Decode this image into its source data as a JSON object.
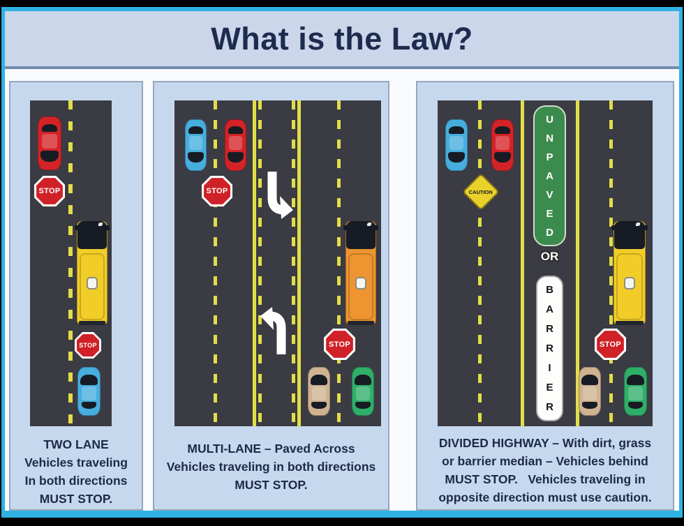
{
  "title": "What is the Law?",
  "signs": {
    "stop": "STOP",
    "caution": "CAUTION",
    "unpaved": "UNPAVED",
    "or": "OR",
    "barrier": "BARRIER"
  },
  "panels": [
    {
      "name": "two-lane",
      "caption": [
        "TWO LANE",
        "Vehicles traveling",
        "In both directions",
        "MUST STOP."
      ]
    },
    {
      "name": "multi-lane",
      "caption": [
        "MULTI-LANE – Paved Across",
        "Vehicles traveling in both directions",
        "MUST STOP."
      ]
    },
    {
      "name": "divided-highway",
      "caption": [
        "DIVIDED HIGHWAY – With dirt, grass",
        "or barrier median – Vehicles behind",
        "MUST STOP.   Vehicles traveling in",
        "opposite direction must use caution."
      ]
    }
  ],
  "colors": {
    "frame_cyan": "#2eb2e4",
    "gap_white": "#fafbfd",
    "title_bg": "#ccd6ea",
    "title_text": "#1d2c4e",
    "title_border": "#6f8cab",
    "panel_bg": "#c6d8ee",
    "panel_border": "#97a5ba",
    "road": "#3b3b44",
    "lane_yellow": "#e2de48",
    "car_red": "#d42327",
    "car_blue": "#46aede",
    "car_green": "#2fae68",
    "car_tan": "#cfb290",
    "bus_yellow": "#f2cd27",
    "bus_orange": "#ee9531",
    "stop_red": "#cf2127",
    "caution_yellow": "#e8d22a",
    "median_green": "#3c8b4e",
    "caption_text": "#1c2a47",
    "window_dark": "#171b24"
  }
}
